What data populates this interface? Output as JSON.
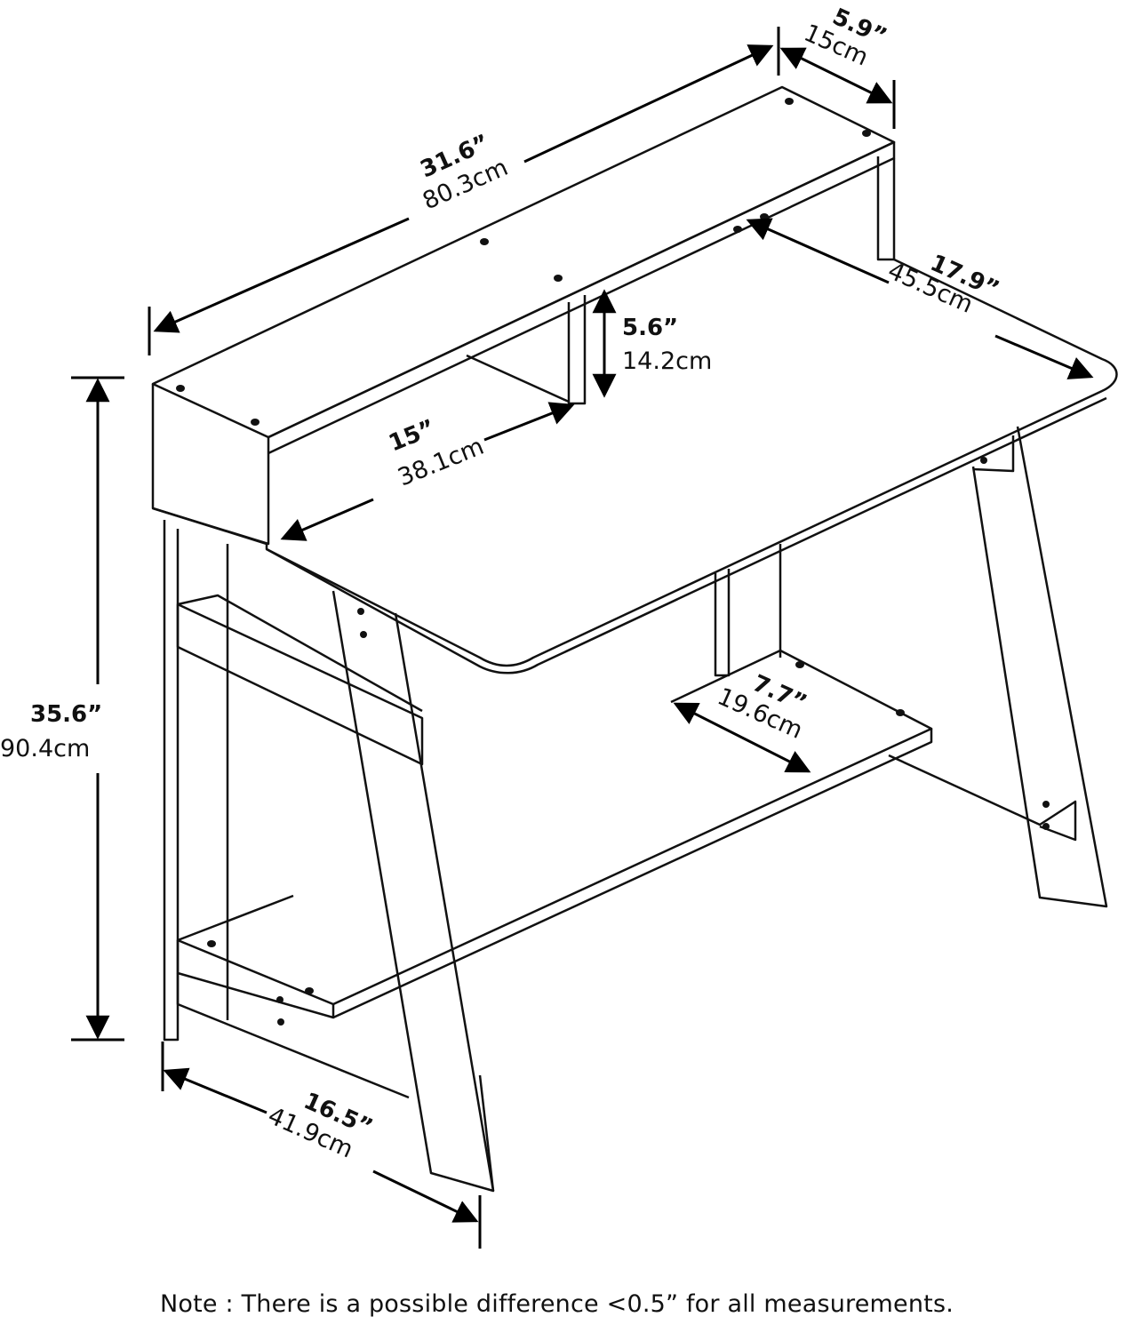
{
  "diagram": {
    "subject": "Desk with hutch and lower shelf — dimension drawing",
    "dimensions": {
      "hutch_width": {
        "inches": "31.6”",
        "cm": "80.3cm"
      },
      "hutch_depth": {
        "inches": "5.9”",
        "cm": "15cm"
      },
      "desk_depth": {
        "inches": "17.9”",
        "cm": "45.5cm"
      },
      "hutch_height": {
        "inches": "5.6”",
        "cm": "14.2cm"
      },
      "hutch_cubby_width": {
        "inches": "15”",
        "cm": "38.1cm"
      },
      "overall_height": {
        "inches": "35.6”",
        "cm": "90.4cm"
      },
      "shelf_depth": {
        "inches": "7.7”",
        "cm": "19.6cm"
      },
      "base_depth": {
        "inches": "16.5”",
        "cm": "41.9cm"
      }
    },
    "note": "Note : There is a possible difference <0.5” for all measurements."
  }
}
